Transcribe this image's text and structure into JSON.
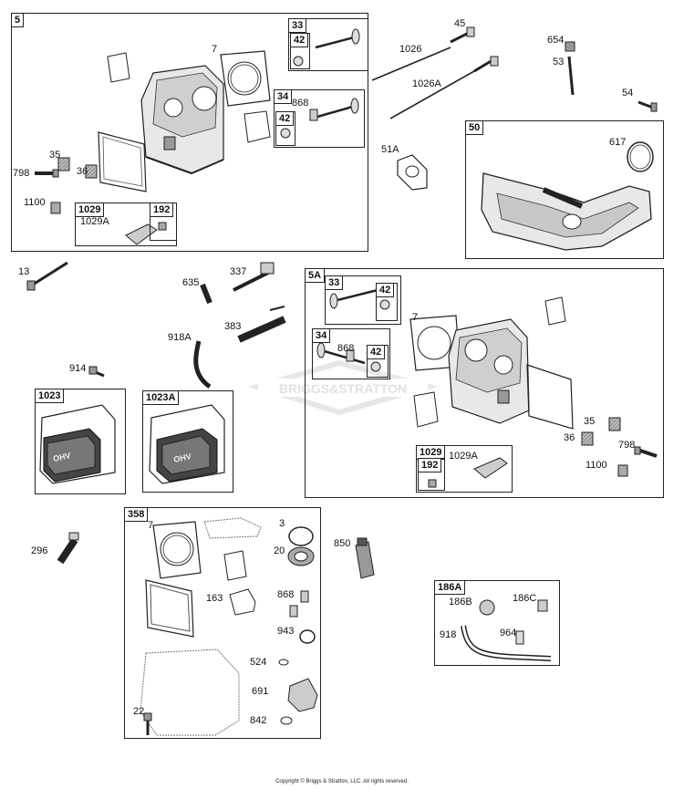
{
  "watermark": "BRIGGS&STRATTON",
  "copyright": "Copyright © Briggs & Stratton, LLC. All rights reserved.",
  "boxes": {
    "b5": "5",
    "b33a": "33",
    "b42a": "42",
    "b34a": "34",
    "b42b": "42",
    "b1029a": "1029",
    "b192a": "192",
    "b50": "50",
    "b5A": "5A",
    "b33b": "33",
    "b42c": "42",
    "b34b": "34",
    "b42d": "42",
    "b1029b": "1029",
    "b192b": "192",
    "b1023": "1023",
    "b1023A": "1023A",
    "b358": "358",
    "b186A": "186A"
  },
  "labels": {
    "l7a": "7",
    "l868a": "868",
    "l35a": "35",
    "l36a": "36",
    "l798a": "798",
    "l1100a": "1100",
    "l1029Aa": "1029A",
    "l45": "45",
    "l1026": "1026",
    "l1026A": "1026A",
    "l51A": "51A",
    "l654": "654",
    "l53": "53",
    "l54": "54",
    "l617": "617",
    "l13": "13",
    "l635": "635",
    "l337": "337",
    "l383": "383",
    "l918A": "918A",
    "l914": "914",
    "l7b": "7",
    "l868b": "868",
    "l35b": "35",
    "l36b": "36",
    "l798b": "798",
    "l1100b": "1100",
    "l1029Ab": "1029A",
    "l296": "296",
    "l7c": "7",
    "l3": "3",
    "l20": "20",
    "l163": "163",
    "l868c": "868",
    "l943": "943",
    "l524": "524",
    "l691": "691",
    "l842": "842",
    "l22": "22",
    "l850": "850",
    "l186B": "186B",
    "l186C": "186C",
    "l918": "918",
    "l964": "964"
  }
}
